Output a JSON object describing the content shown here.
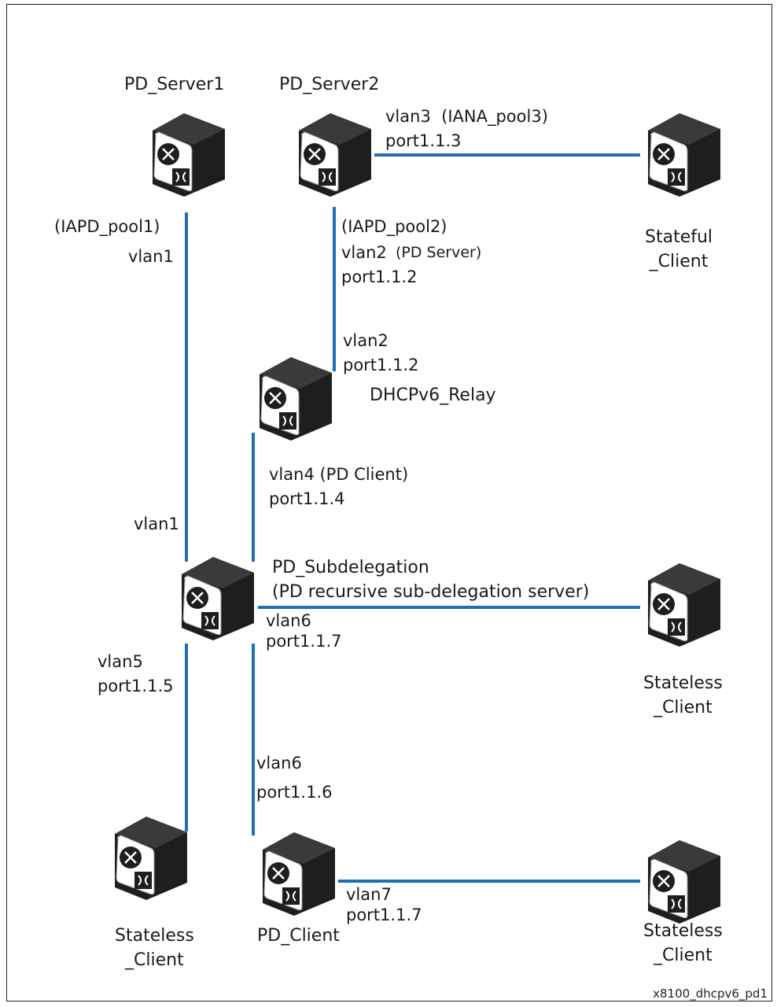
{
  "diagram": {
    "caption": "x8100_dhcpv6_pd1",
    "icon": "router-switch-icon",
    "line_color": "#1f6fb5",
    "devices": {
      "pd_server1": "PD_Server1",
      "pd_server2": "PD_Server2",
      "stateful_client": "Stateful\n_Client",
      "dhcpv6_relay": "DHCPv6_Relay",
      "pd_subdelegation": "PD_Subdelegation",
      "pd_subdelegation_desc": "(PD recursive sub-delegation server)",
      "stateless_client_right": "Stateless\n_Client",
      "stateless_client_bottom_left": "Stateless\n_Client",
      "pd_client": "PD_Client",
      "stateless_client_bottom_right": "Stateless\n_Client"
    },
    "links": {
      "s2_stateful": "vlan3  (IANA_pool3)\nport1.1.3",
      "s1_pool": "(IAPD_pool1)",
      "s1_vlan": "vlan1",
      "s2_pool": "(IAPD_pool2)",
      "s2_vlan": "vlan2",
      "s2_role": "(PD Server)",
      "s2_port": "port1.1.2",
      "relay_top": "vlan2\nport1.1.2",
      "relay_bottom": "vlan4 (PD Client)\nport1.1.4",
      "sub_vlan1": "vlan1",
      "sub_right": "vlan6\nport1.1.7",
      "sub_left": "vlan5\nport1.1.5",
      "sub_down": "vlan6",
      "sub_down_port": "port1.1.6",
      "client_right": "vlan7\nport1.1.7"
    }
  }
}
